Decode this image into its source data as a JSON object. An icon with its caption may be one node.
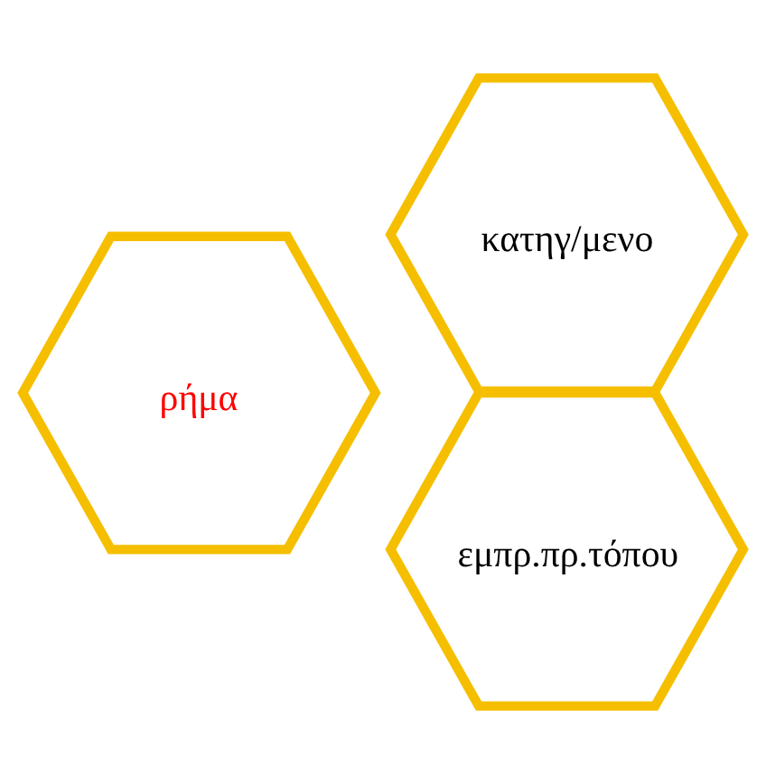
{
  "diagram": {
    "nodes": [
      {
        "text": [
          "ρήμα"
        ]
      },
      {
        "text": [
          "κατηγ/μενο"
        ]
      },
      {
        "text": [
          "εμπρ.πρ.τόπου"
        ]
      }
    ]
  }
}
